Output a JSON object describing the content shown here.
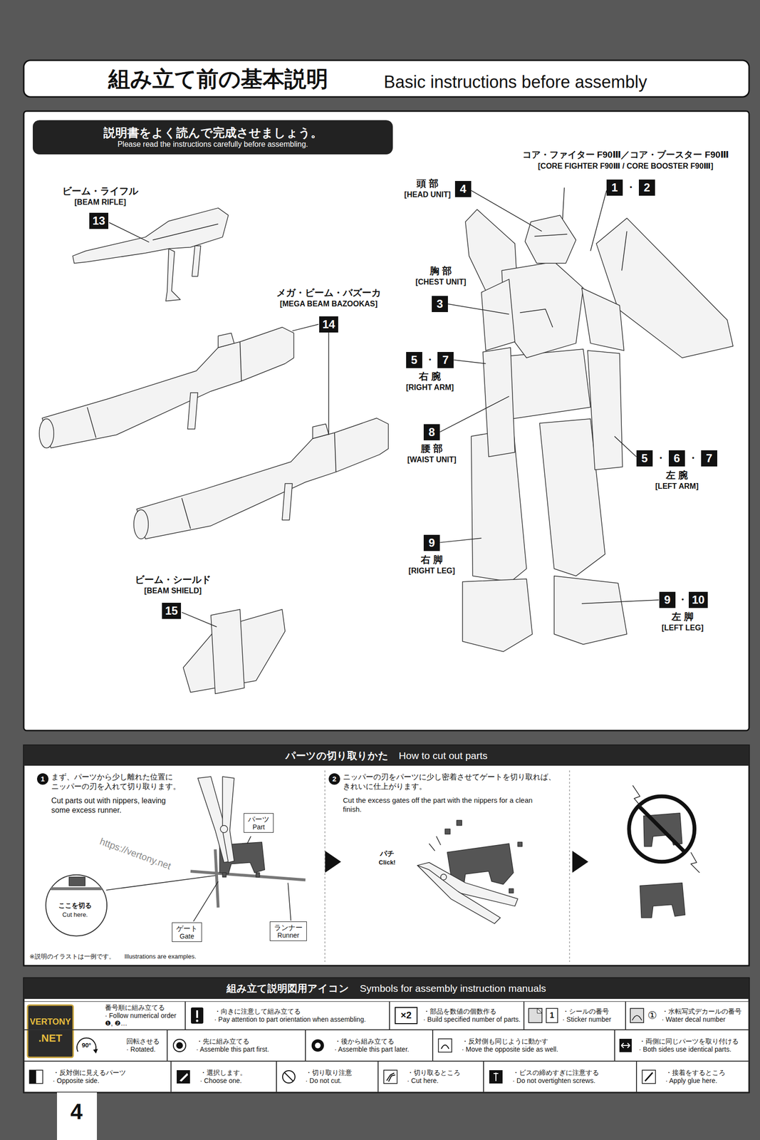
{
  "diagram": {
    "title": "組み立て前の基本説明",
    "nodes": [
      {
        "text": [
          "説明書をよく読んで完成させましょう。",
          "Please read the instructions carefully before assembling."
        ]
      },
      {
        "text": [
          "13"
        ]
      },
      {
        "text": [
          "14"
        ]
      },
      {
        "text": [
          "15"
        ]
      },
      {
        "text": [
          "1"
        ]
      },
      {
        "text": [
          "2"
        ]
      },
      {
        "text": [
          "4"
        ]
      },
      {
        "text": [
          "3"
        ]
      },
      {
        "text": [
          "5"
        ]
      },
      {
        "text": [
          "7"
        ]
      },
      {
        "text": [
          "8"
        ]
      },
      {
        "text": [
          "5"
        ]
      },
      {
        "text": [
          "6"
        ]
      },
      {
        "text": [
          "7"
        ]
      },
      {
        "text": [
          "9"
        ]
      },
      {
        "text": [
          "9"
        ]
      },
      {
        "text": [
          "10"
        ]
      },
      {
        "text": [
          "パーツの切り取りかた",
          "How to cut out parts"
        ]
      },
      {
        "text": [
          "パーツ",
          "Part"
        ]
      },
      {
        "text": [
          "ゲート",
          "Gate"
        ]
      },
      {
        "text": [
          "ランナー",
          "Runner"
        ]
      },
      {
        "text": [
          "組み立て説明図用アイコン",
          "Symbols for assembly instruction manuals"
        ]
      },
      {
        "text": [
          "番号順に組み立てる",
          "· Follow numerical order ❶, ❷…"
        ]
      },
      {
        "text": [
          "・向きに注意して組み立てる",
          "· Pay attention to part orientation when assembling."
        ]
      },
      {
        "text": [
          "・部品を数値の個数作る",
          "· Build specified number of parts."
        ]
      },
      {
        "text": [
          "・シールの番号",
          "· Sticker number"
        ]
      },
      {
        "text": [
          "・水転写式デカールの番号",
          "· Water decal number"
        ]
      },
      {
        "text": [
          "回転させる",
          "· Rotated."
        ]
      },
      {
        "text": [
          "・先に組み立てる",
          "· Assemble this part first."
        ]
      },
      {
        "text": [
          "・後から組み立てる",
          "· Assemble this part later."
        ]
      },
      {
        "text": [
          "・反対側も同じように動かす",
          "· Move the opposite side as well."
        ]
      },
      {
        "text": [
          "・両側に同じパーツを取り付ける",
          "· Both sides use identical parts."
        ]
      },
      {
        "text": [
          "・反対側に見えるパーツ",
          "· Opposite side."
        ]
      },
      {
        "text": [
          "・選択します。",
          "· Choose one."
        ]
      },
      {
        "text": [
          "・切り取り注意",
          "· Do not cut."
        ]
      },
      {
        "text": [
          "・切り取るところ",
          "· Cut here."
        ]
      },
      {
        "text": [
          "・ビスの締めすぎに注意する",
          "· Do not overtighten screws."
        ]
      },
      {
        "text": [
          "・接着をするところ",
          "· Apply glue here."
        ]
      }
    ],
    "labels": [
      "Basic instructions before assembly",
      "ビーム・ライフル",
      "[BEAM RIFLE]",
      "メガ・ビーム・バズーカ",
      "[MEGA BEAM BAZOOKAS]",
      "ビーム・シールド",
      "[BEAM SHIELD]",
      "コア・ファイター F90Ⅲ／コア・ブースター F90Ⅲ",
      "[CORE FIGHTER F90Ⅲ / CORE BOOSTER F90Ⅲ]",
      "・",
      "頭 部",
      "[HEAD UNIT]",
      "胸 部",
      "[CHEST UNIT]",
      "・",
      "右 腕",
      "[RIGHT ARM]",
      "腰 部",
      "[WAIST UNIT]",
      "・",
      "・",
      "左 腕",
      "[LEFT ARM]",
      "右 脚",
      "[RIGHT LEG]",
      "・",
      "左 脚",
      "[LEFT LEG]",
      "1",
      "まず、パーツから少し離れた位置に ニッパーの刃を入れて切り取ります。",
      "Cut parts out with nippers, leaving some excess runner.",
      "ここを切る",
      "Cut here.",
      "※説明のイラストは一例です。",
      "Illustrations are examples.",
      "2",
      "ニッパーの刃をパーツに少し密着させてゲートを切り取れば、 きれいに仕上がります。",
      "Cut the excess gates off the part with the nippers for a clean finish.",
      "パチ",
      "Click!",
      "×2",
      "1",
      "①",
      "90°",
      "4",
      "https://vertony.net",
      "VERTONY",
      ".NET"
    ]
  }
}
